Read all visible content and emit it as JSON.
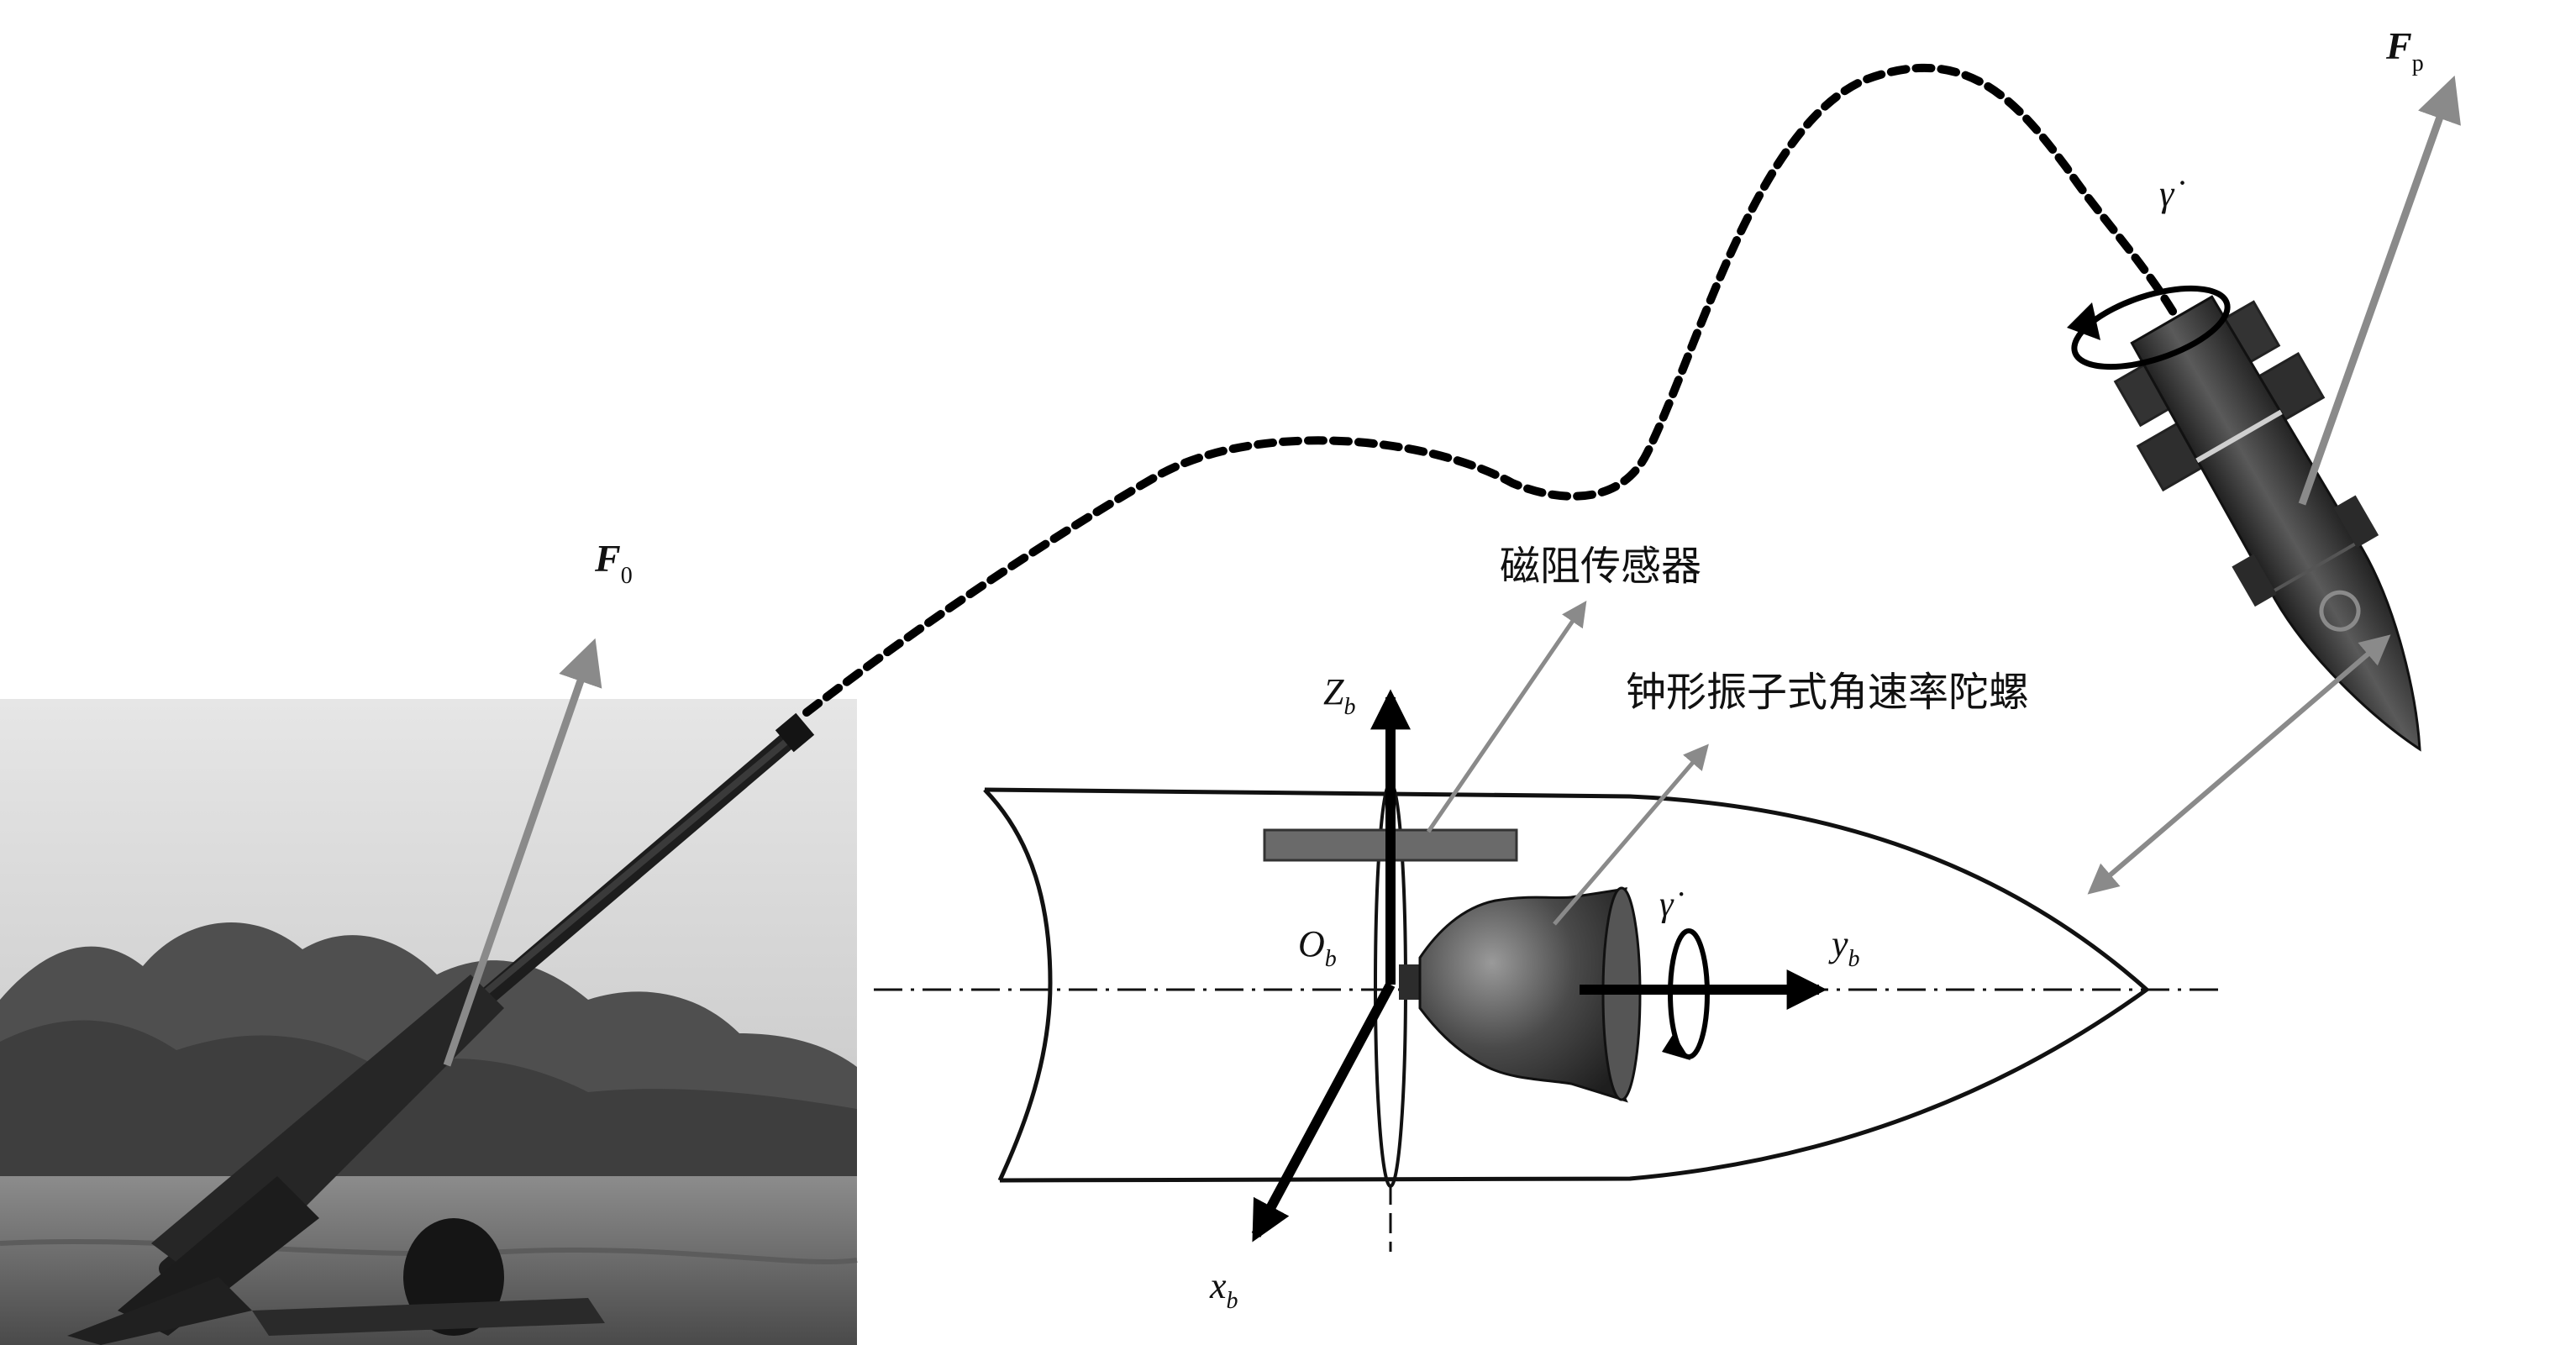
{
  "labels": {
    "F0": {
      "main": "F",
      "sub": "0"
    },
    "Fp": {
      "main": "F",
      "sub": "p"
    },
    "gamma_dot_top": "γ̇",
    "gamma_dot_body": "γ̇",
    "Zb": {
      "main": "Z",
      "sub": "b"
    },
    "Ob": {
      "main": "O",
      "sub": "b"
    },
    "yb": {
      "main": "y",
      "sub": "b"
    },
    "xb": {
      "main": "x",
      "sub": "b"
    },
    "magnetoresistive_sensor": "磁阻传感器",
    "bell_gyro": "钟形振子式角速率陀螺"
  },
  "colors": {
    "force_arrow": "#8a8a8a",
    "callout_line": "#8a8a8a",
    "axis_arrow": "#000000",
    "trajectory": "#000000",
    "projectile_body": "#3a3a3a",
    "sensor_bar": "#6a6a6a"
  },
  "icons": {
    "artillery_photo": "howitzer-photo",
    "projectile_in_flight": "shell-icon",
    "gyro": "bell-resonator-gyro-icon"
  }
}
